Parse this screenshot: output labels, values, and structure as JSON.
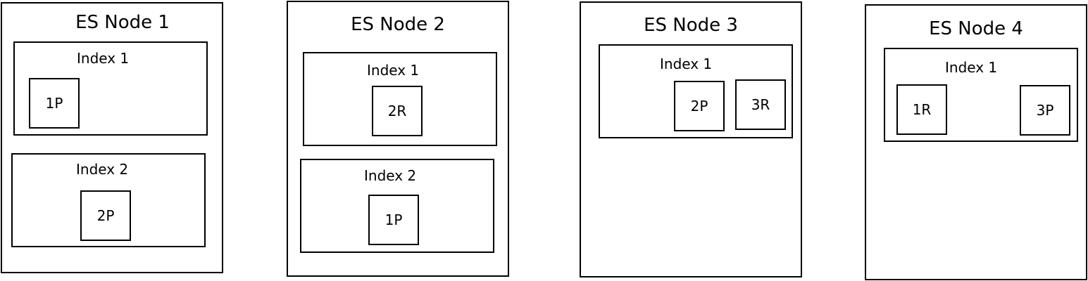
{
  "nodes": [
    {
      "title": "ES Node 1",
      "indices": [
        {
          "title": "Index 1",
          "shards": [
            "1P"
          ]
        },
        {
          "title": "Index 2",
          "shards": [
            "2P"
          ]
        }
      ]
    },
    {
      "title": "ES Node 2",
      "indices": [
        {
          "title": "Index 1",
          "shards": [
            "2R"
          ]
        },
        {
          "title": "Index 2",
          "shards": [
            "1P"
          ]
        }
      ]
    },
    {
      "title": "ES Node 3",
      "indices": [
        {
          "title": "Index 1",
          "shards": [
            "2P",
            "3R"
          ]
        }
      ]
    },
    {
      "title": "ES Node 4",
      "indices": [
        {
          "title": "Index 1",
          "shards": [
            "1R",
            "3P"
          ]
        }
      ]
    }
  ]
}
